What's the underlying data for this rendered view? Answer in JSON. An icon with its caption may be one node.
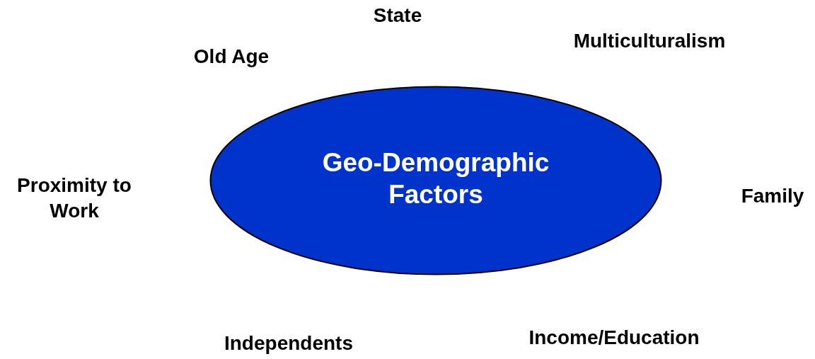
{
  "diagram": {
    "nodes": [
      {
        "text": [
          "Geo-Demographic Factors"
        ]
      }
    ],
    "labels": [
      "State",
      "Multiculturalism",
      "Old Age",
      "Proximity to Work",
      "Family",
      "Income/Education",
      "Independents"
    ]
  }
}
